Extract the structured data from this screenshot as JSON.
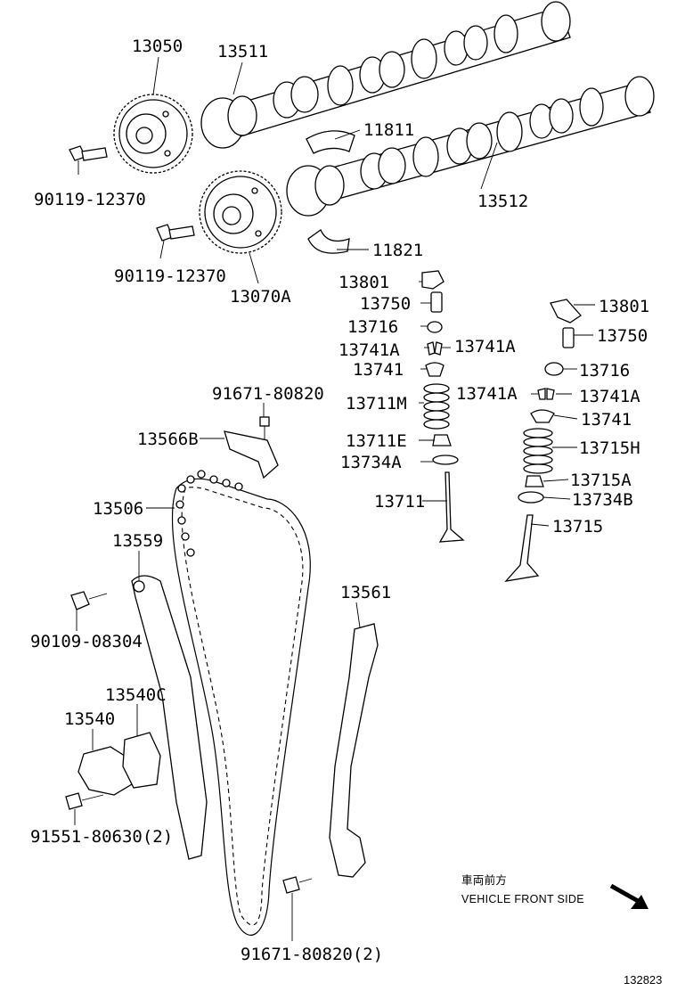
{
  "parts": {
    "p13050": "13050",
    "p13511": "13511",
    "p11811": "11811",
    "p9011912370a": "90119-12370",
    "p13512": "13512",
    "p9011912370b": "90119-12370",
    "p11821": "11821",
    "p13070A": "13070A",
    "p13801a": "13801",
    "p13750a": "13750",
    "p13716a": "13716",
    "p13741Aa": "13741A",
    "p13741Ab": "13741A",
    "p13741a": "13741",
    "p13711M": "13711M",
    "p13711E": "13711E",
    "p13734A": "13734A",
    "p13711": "13711",
    "p13801b": "13801",
    "p13750b": "13750",
    "p13716b": "13716",
    "p13741Ac": "13741A",
    "p13741Ad": "13741A",
    "p13741b": "13741",
    "p13715H": "13715H",
    "p13715A": "13715A",
    "p13734B": "13734B",
    "p13715": "13715",
    "p9167180820": "91671-80820",
    "p13566B": "13566B",
    "p13506": "13506",
    "p13559": "13559",
    "p9010908304": "90109-08304",
    "p13540C": "13540C",
    "p13540": "13540",
    "p9155180630": "91551-80630(2)",
    "p13561": "13561",
    "p9167180820x2": "91671-80820(2)"
  },
  "direction_note": {
    "japanese": "車両前方",
    "english": "VEHICLE FRONT SIDE"
  },
  "figure_code": "132823"
}
